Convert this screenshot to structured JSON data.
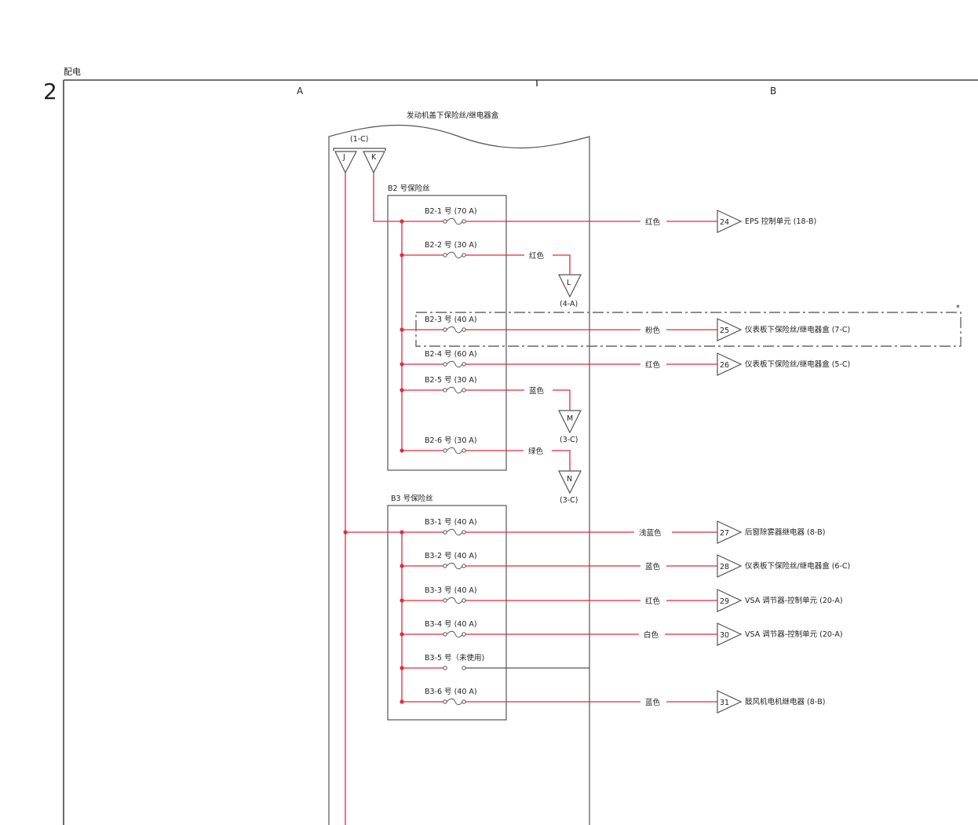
{
  "page": {
    "number": "2",
    "section_title": "配电",
    "columns": [
      "A",
      "B"
    ]
  },
  "relay_box": {
    "title": "发动机盖下保险丝/继电器盒",
    "input_connector_ref": "(1-C)",
    "input_terminals": [
      "J",
      "K"
    ]
  },
  "fuse_groups": [
    {
      "title": "B2 号保险丝"
    },
    {
      "title": "B3 号保险丝"
    }
  ],
  "fuses": [
    {
      "label": "B2-1 号 (70 A)",
      "wire_color": "红色",
      "target_pin": "24",
      "target_label": "EPS 控制单元 (18-B)"
    },
    {
      "label": "B2-2 号 (30 A)",
      "wire_color": "红色",
      "connector": "L",
      "connector_ref": "(4-A)"
    },
    {
      "label": "B2-3 号 (40 A)",
      "wire_color": "粉色",
      "target_pin": "25",
      "target_label": "仪表板下保险丝/继电器盒 (7-C)",
      "note": "*"
    },
    {
      "label": "B2-4 号 (60 A)",
      "wire_color": "红色",
      "target_pin": "26",
      "target_label": "仪表板下保险丝/继电器盒 (5-C)"
    },
    {
      "label": "B2-5 号 (30 A)",
      "wire_color": "蓝色",
      "connector": "M",
      "connector_ref": "(3-C)"
    },
    {
      "label": "B2-6 号 (30 A)",
      "wire_color": "绿色",
      "connector": "N",
      "connector_ref": "(3-C)"
    },
    {
      "label": "B3-1 号 (40 A)",
      "wire_color": "浅蓝色",
      "target_pin": "27",
      "target_label": "后窗除雾器继电器 (8-B)"
    },
    {
      "label": "B3-2 号 (40 A)",
      "wire_color": "蓝色",
      "target_pin": "28",
      "target_label": "仪表板下保险丝/继电器盒 (6-C)"
    },
    {
      "label": "B3-3 号 (40 A)",
      "wire_color": "红色",
      "target_pin": "29",
      "target_label": "VSA 调节器-控制单元 (20-A)"
    },
    {
      "label": "B3-4 号 (40 A)",
      "wire_color": "白色",
      "target_pin": "30",
      "target_label": "VSA 调节器-控制单元 (20-A)"
    },
    {
      "label": "B3-5 号（未使用)"
    },
    {
      "label": "B3-6 号 (40 A)",
      "wire_color": "蓝色",
      "target_pin": "31",
      "target_label": "鼓风机电机继电器 (8-B)"
    }
  ],
  "colors": {
    "wire": "#e8283c",
    "line": "#555555"
  }
}
